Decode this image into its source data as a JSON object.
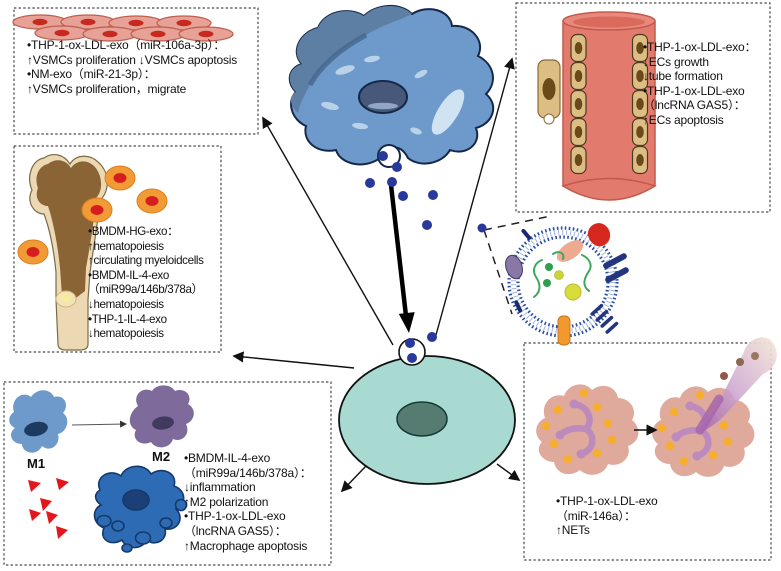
{
  "figure": {
    "description": "Macrophage-derived exosome signaling diagram",
    "boxes": {
      "vsmc": {
        "lines": [
          "•THP-1-ox-LDL-exo（miR-106a-3p）：",
          "↑VSMCs proliferation ↓VSMCs apoptosis",
          "•NM-exo（miR-21-3p）：",
          "↑VSMCs proliferation，migrate"
        ]
      },
      "bone_marrow": {
        "lines": [
          "•BMDM-HG-exo：",
          "↑hematopoiesis",
          "↑circulating myeloidcells",
          "•BMDM-IL-4-exo",
          "（miR99a/146b/378a）",
          "↓hematopoiesis",
          "•THP-1-IL-4-exo",
          "↓hematopoiesis"
        ]
      },
      "polarization": {
        "m1_label": "M1",
        "m2_label": "M2",
        "lines": [
          "•BMDM-IL-4-exo",
          "（miR99a/146b/378a）：",
          "↓inflammation",
          "↑M2 polarization",
          "•THP-1-ox-LDL-exo",
          "（lncRNA GAS5）：",
          "↑Macrophage apoptosis"
        ]
      },
      "endothelial": {
        "lines": [
          "•THP-1-ox-LDL-exo：",
          "↓ECs growth",
          "↓tube formation",
          "•THP-1-ox-LDL-exo",
          "（lncRNA GAS5）：",
          "↑ECs apoptosis"
        ]
      },
      "neutrophil": {
        "lines": [
          "•THP-1-ox-LDL-exo",
          "（miR-146a）：",
          "↑NETs"
        ]
      }
    },
    "colors": {
      "macrophage_blue": "#6d99cb",
      "macrophage_shadow": "#5d7fa4",
      "macrophage_nucleus": "#47587a",
      "recipient_teal": "#a8dad2",
      "recipient_nucleus": "#567c72",
      "exosome_navy": "#28399b",
      "vsmc_salmon": "#e7a196",
      "vsmc_nucleus": "#c62a1e",
      "bone_brown": "#8a6434",
      "bone_cream": "#ecd9b4",
      "monocyte_orange": "#f29a35",
      "m2_purple": "#7e6b9c",
      "apoptotic_blue": "#2d6cb5",
      "debris_red": "#e3161b",
      "vessel_salmon": "#e27a6d",
      "endothelial_tan": "#dcbe84",
      "endothelial_nucleus": "#6b4a1a",
      "neutrophil_pink": "#dfa99b",
      "net_purple": "#bd8abd",
      "granule_orange": "#f5ae2e",
      "lipid_bilayer_blue": "#2a4ea3",
      "text": "#111111",
      "box_border": "#4a4a4a"
    }
  }
}
